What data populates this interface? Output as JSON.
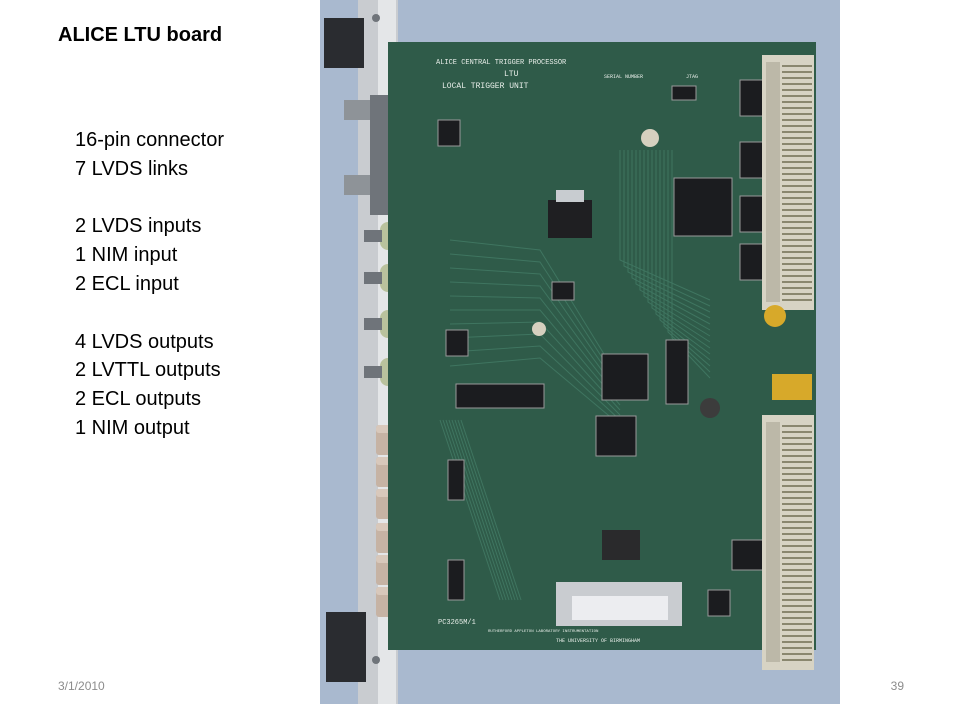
{
  "slide": {
    "title": "ALICE LTU board",
    "date": "3/1/2010",
    "page_number": "39"
  },
  "specs": [
    {
      "lines": [
        "16-pin connector",
        "7 LVDS links"
      ]
    },
    {
      "lines": [
        "2 LVDS inputs",
        "1 NIM input",
        "2 ECL input"
      ]
    },
    {
      "lines": [
        "4 LVDS outputs",
        "2 LVTTL outputs",
        "2 ECL outputs",
        "1 NIM output"
      ]
    }
  ],
  "photo": {
    "background_color": "#a9b9cf",
    "pcb_color": "#2f5b49",
    "board_text": {
      "header": "ALICE CENTRAL TRIGGER PROCESSOR",
      "model": "LTU",
      "name": "LOCAL TRIGGER UNIT",
      "serial": "SERIAL NUMBER",
      "jtag": "JTAG",
      "part": "PC3265M/1",
      "university": "THE UNIVERSITY OF BIRMINGHAM",
      "lab": "RUTHERFORD APPLETON LABORATORY INSTRUMENTATION"
    }
  }
}
